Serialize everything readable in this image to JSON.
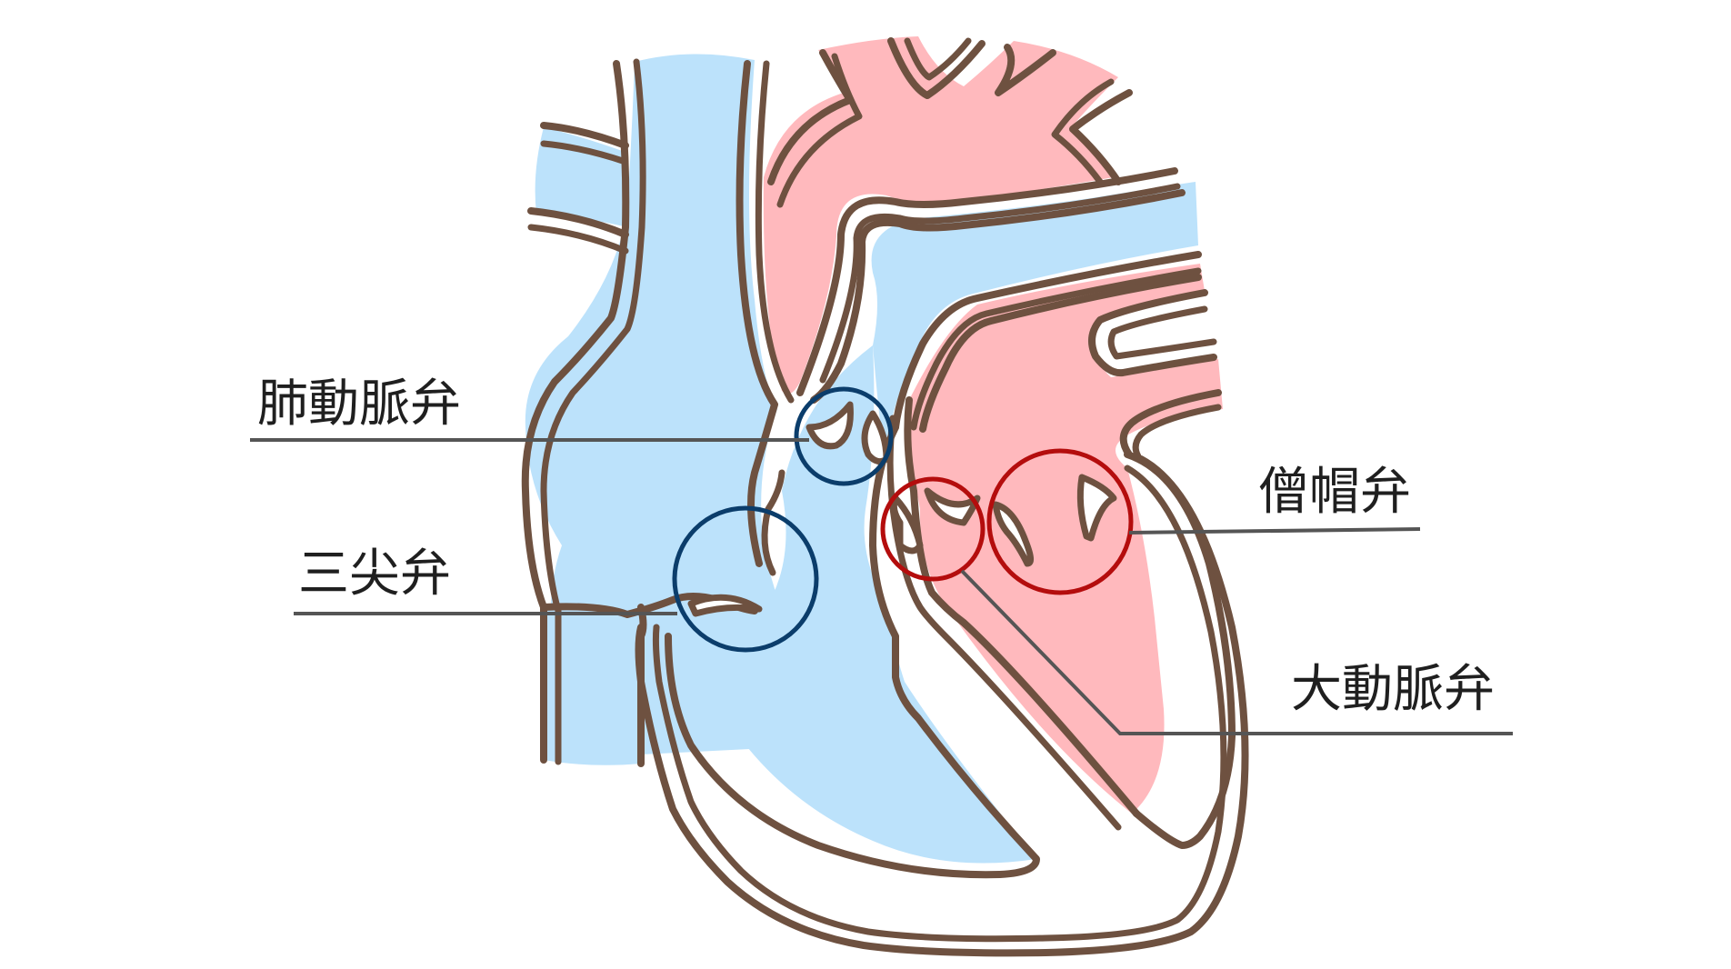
{
  "labels": {
    "pulmonary_valve": "肺動脈弁",
    "tricuspid_valve": "三尖弁",
    "mitral_valve": "僧帽弁",
    "aortic_valve": "大動脈弁"
  },
  "colors": {
    "outline": "#6e5140",
    "deoxygenated_blood": "#bce2fb",
    "oxygenated_blood": "#ffb9bd",
    "right_valve_ring": "#0b3d6b",
    "left_valve_ring": "#b40d0d",
    "leader_line": "#555555",
    "label_text": "#1f1f1f"
  }
}
